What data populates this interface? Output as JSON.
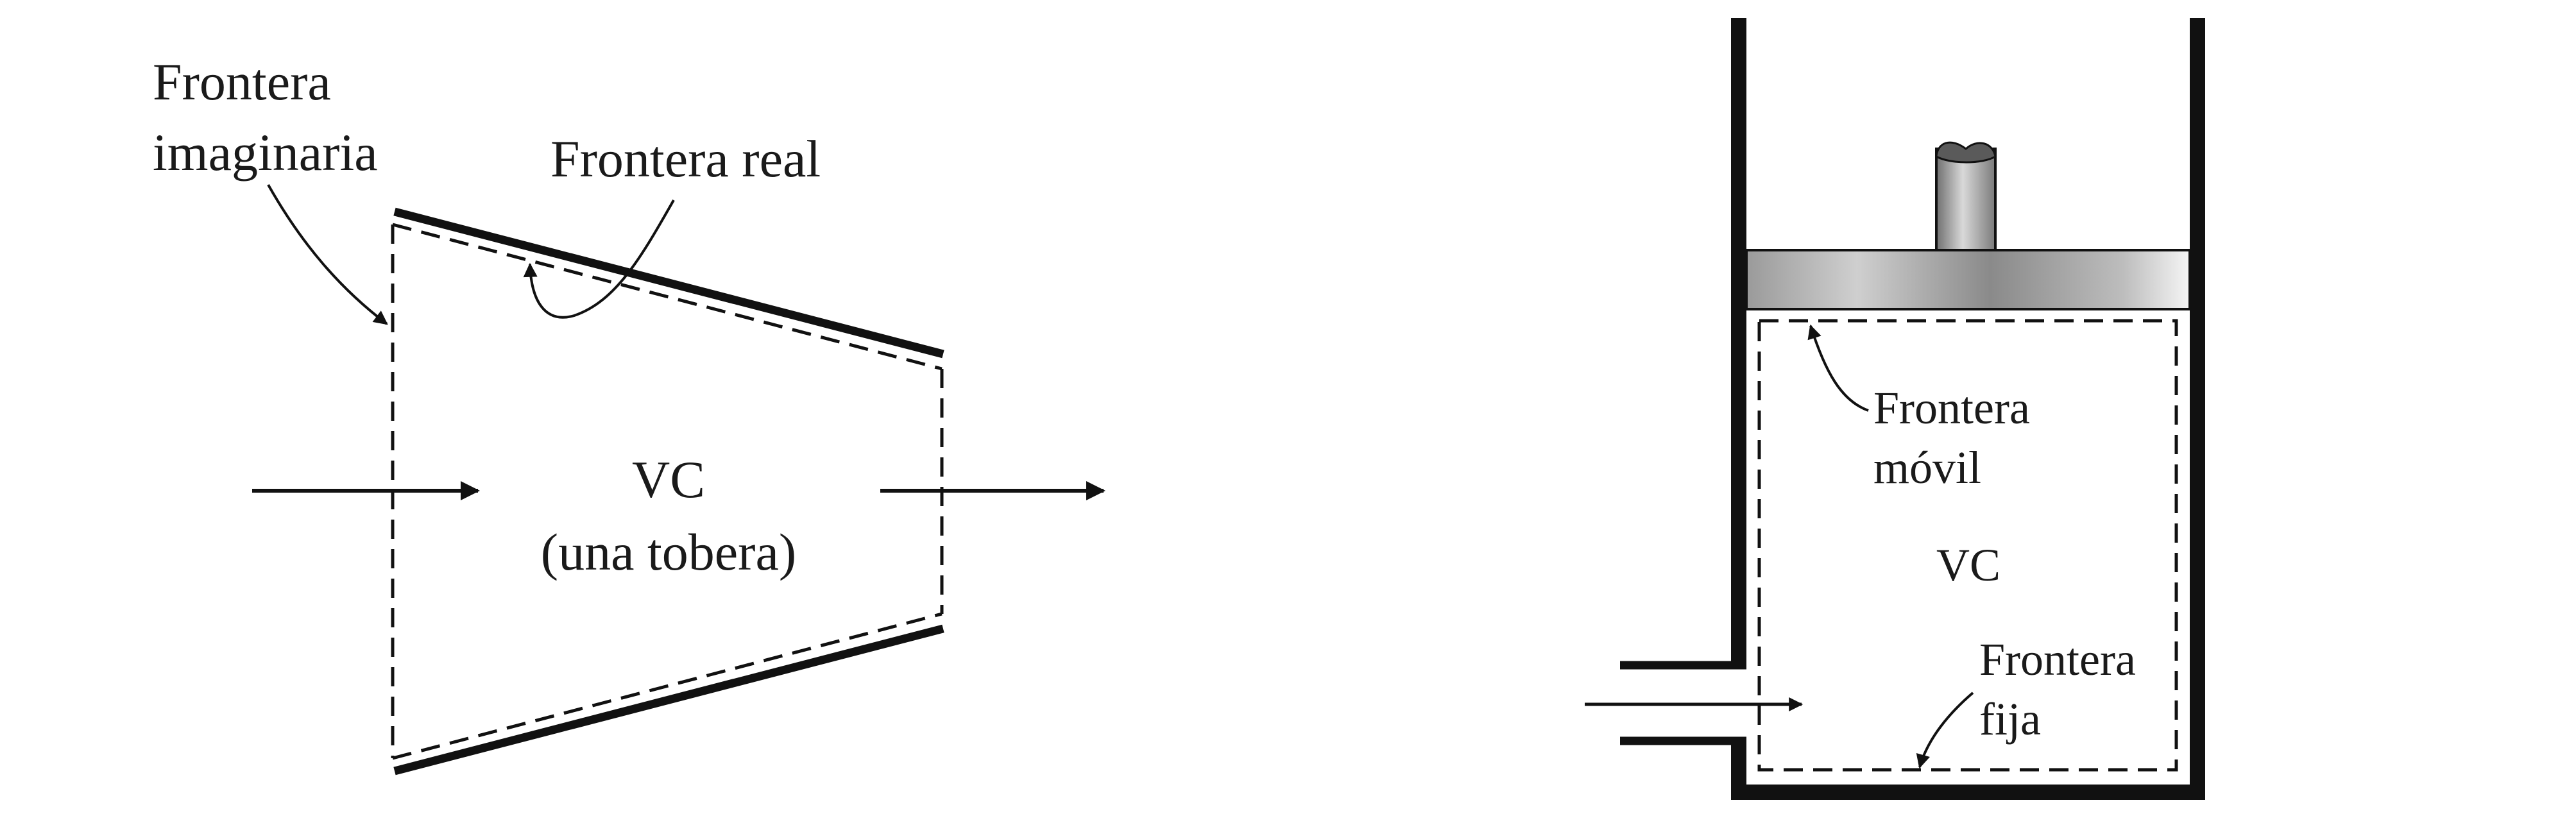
{
  "nozzle": {
    "label_imaginary_line1": "Frontera",
    "label_imaginary_line2": "imaginaria",
    "label_real": "Frontera real",
    "label_vc": "VC",
    "label_vc_sub": "(una tobera)"
  },
  "piston": {
    "label_moving_line1": "Frontera",
    "label_moving_line2": "móvil",
    "label_vc": "VC",
    "label_fixed_line1": "Frontera",
    "label_fixed_line2": "fija"
  },
  "colors": {
    "line": "#111111",
    "piston_light": "#f2f2f2",
    "piston_dark": "#8a8a8a"
  }
}
